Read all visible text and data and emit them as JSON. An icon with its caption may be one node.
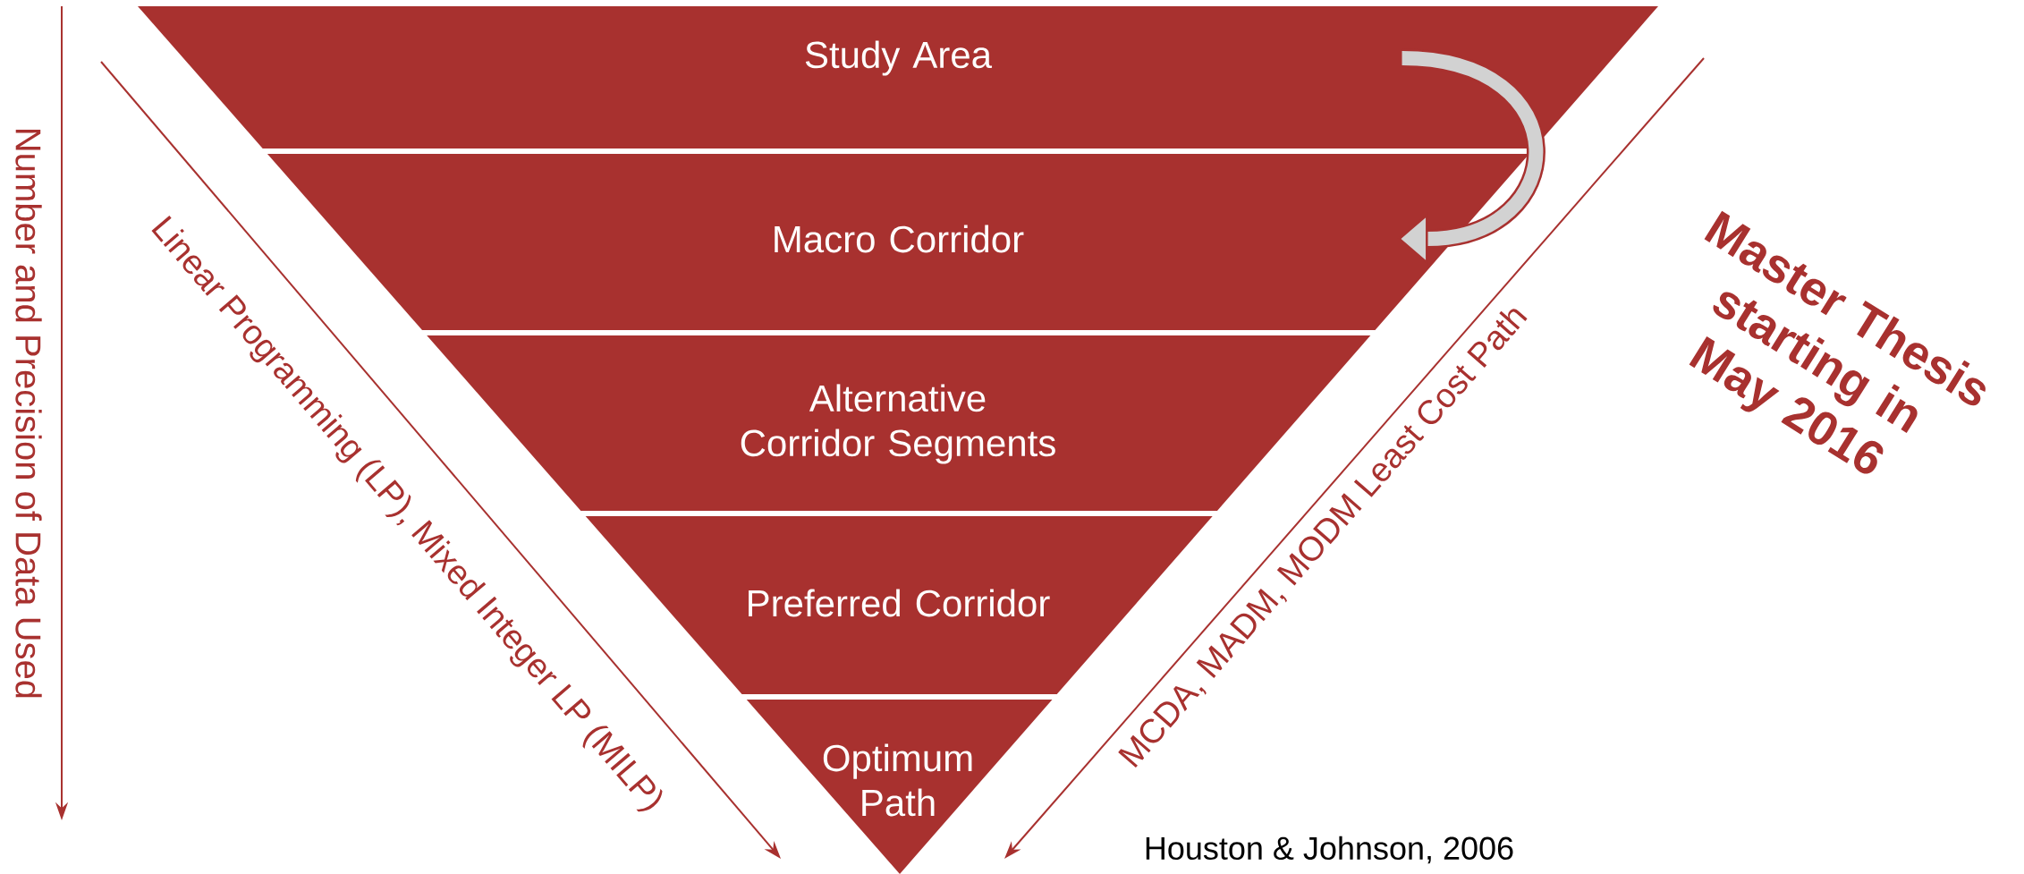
{
  "diagram": {
    "nodes": [
      {
        "text": [
          "Study Area"
        ]
      },
      {
        "text": [
          "Macro Corridor"
        ]
      },
      {
        "text": [
          "Alternative Corridor Segments"
        ]
      },
      {
        "text": [
          "Preferred Corridor"
        ]
      },
      {
        "text": [
          "Optimum Path"
        ]
      }
    ],
    "edges": [
      {
        "from": 0,
        "to": 1,
        "arrow": "to"
      }
    ],
    "labels": [
      "Number and Precision of Data Used",
      "Linear Programming (LP), Mixed Integer LP (MILP)",
      "MCDA, MADM, MODM Least Cost Path",
      "Master Thesis starting in May 2016",
      "Houston & Johnson, 2006"
    ]
  }
}
